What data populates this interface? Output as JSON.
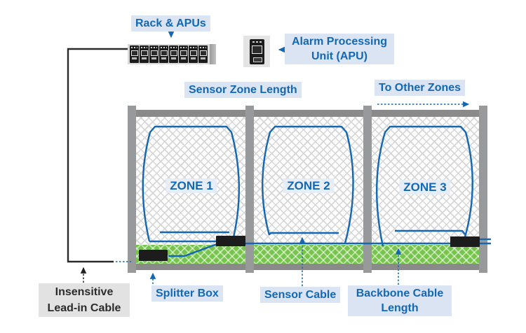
{
  "colors": {
    "accent_blue": "#1368b4",
    "label_bg_blue": "#dbe4f3",
    "label_bg_gray": "#e2e2e2",
    "cable_blue": "#1467b0",
    "leadin_black": "#2a2a2a",
    "fence_post_gray": "#98999b",
    "fence_rail_gray": "#8a8a8a",
    "chainlink_gray": "#d6d6d6",
    "grass_green": "#76c44c",
    "device_black": "#1c1c1c"
  },
  "labels": {
    "rack": "Rack & APUs",
    "apu": "Alarm Processing Unit (APU)",
    "sensor_zone_length": "Sensor Zone Length",
    "to_other_zones": "To Other Zones",
    "insensitive_leadin": "Insensitive Lead-in Cable",
    "splitter_box": "Splitter Box",
    "sensor_cable": "Sensor Cable",
    "backbone_cable_length": "Backbone Cable Length"
  },
  "zones": [
    {
      "label": "ZONE 1"
    },
    {
      "label": "ZONE 2"
    },
    {
      "label": "ZONE 3"
    }
  ],
  "rack": {
    "module_count": 8
  }
}
